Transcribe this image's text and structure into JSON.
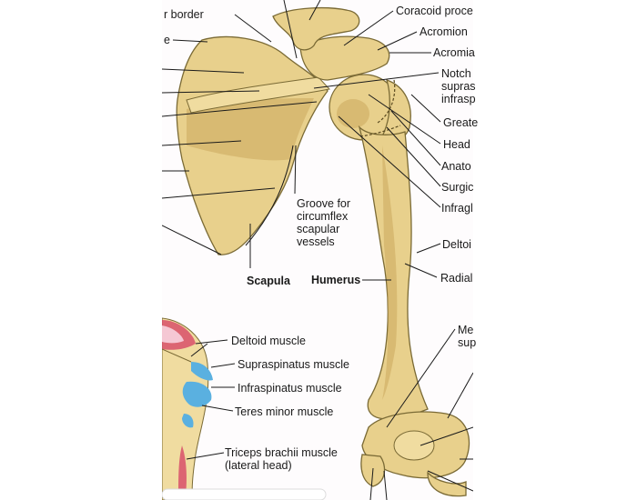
{
  "labels": {
    "superior_border": "r border",
    "superior_angle": "e",
    "coracoid": "Coracoid proce",
    "acromion": "Acromion",
    "acromial_angle": "Acromia",
    "notch_l1": "Notch",
    "notch_l2": "supras",
    "notch_l3": "infrasp",
    "greater_tubercle": "Greate",
    "head": "Head",
    "anatomical_neck": "Anato",
    "surgical_neck": "Surgic",
    "infraglenoid": "Infragl",
    "groove": "Groove for circumflex scapular vessels",
    "deltoid_tuberosity": "Deltoi",
    "radial_groove": "Radial",
    "medial_supracondylar_l1": "Me",
    "medial_supracondylar_l2": "sup",
    "scapula": "Scapula",
    "humerus": "Humerus",
    "deltoid_muscle": "Deltoid muscle",
    "supraspinatus_muscle": "Supraspinatus muscle",
    "infraspinatus_muscle": "Infraspinatus muscle",
    "teres_minor_muscle": "Teres minor muscle",
    "triceps_muscle": "Triceps brachii muscle (lateral head)"
  },
  "colors": {
    "bone": "#e8d08c",
    "muscle_origin": "#d8506a",
    "muscle_insertion": "#5ab0e0"
  }
}
